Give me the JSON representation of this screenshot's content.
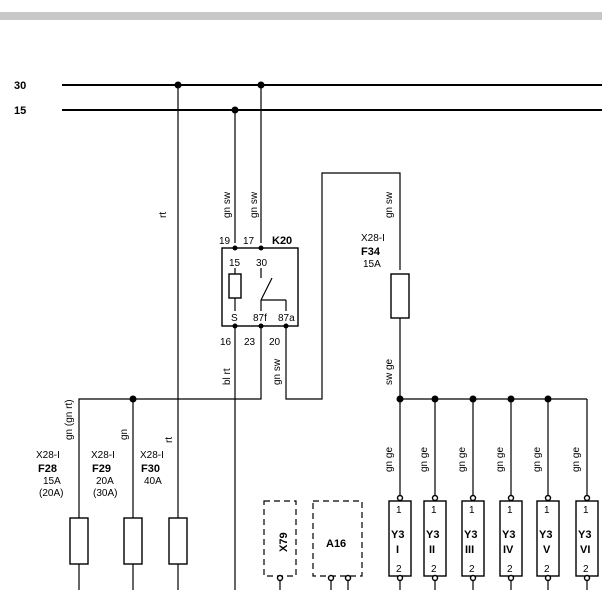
{
  "bus": {
    "bus30": "30",
    "bus15": "15"
  },
  "wires": {
    "rt_main": "rt",
    "gn_sw_a": "gn sw",
    "gn_sw_b": "gn sw",
    "bl_rt": "bl rt",
    "gn_sw_c": "gn sw",
    "sw_ge": "sw ge",
    "gn_rt": "gn (gn rt)",
    "gn_f29": "gn",
    "rt_f30": "rt",
    "gn_ge": "gn ge"
  },
  "relay": {
    "name": "K20",
    "pin19": "19",
    "pin17": "17",
    "pin15": "15",
    "pin30": "30",
    "pinS": "S",
    "pin87f": "87f",
    "pin87a": "87a",
    "pin16": "16",
    "pin23": "23",
    "pin20": "20"
  },
  "fuses": {
    "f34": {
      "conn": "X28-I",
      "name": "F34",
      "rating": "15A",
      "alt": ""
    },
    "f28": {
      "conn": "X28-I",
      "name": "F28",
      "rating": "15A",
      "alt": "(20A)"
    },
    "f29": {
      "conn": "X28-I",
      "name": "F29",
      "rating": "20A",
      "alt": "(30A)"
    },
    "f30": {
      "conn": "X28-I",
      "name": "F30",
      "rating": "40A",
      "alt": ""
    }
  },
  "connectors": {
    "x79": "X79",
    "a16": "A16"
  },
  "injectors": [
    {
      "name": "Y3",
      "num": "I",
      "pin1": "1",
      "pin2": "2"
    },
    {
      "name": "Y3",
      "num": "II",
      "pin1": "1",
      "pin2": "2"
    },
    {
      "name": "Y3",
      "num": "III",
      "pin1": "1",
      "pin2": "2"
    },
    {
      "name": "Y3",
      "num": "IV",
      "pin1": "1",
      "pin2": "2"
    },
    {
      "name": "Y3",
      "num": "V",
      "pin1": "1",
      "pin2": "2"
    },
    {
      "name": "Y3",
      "num": "VI",
      "pin1": "1",
      "pin2": "2"
    }
  ]
}
